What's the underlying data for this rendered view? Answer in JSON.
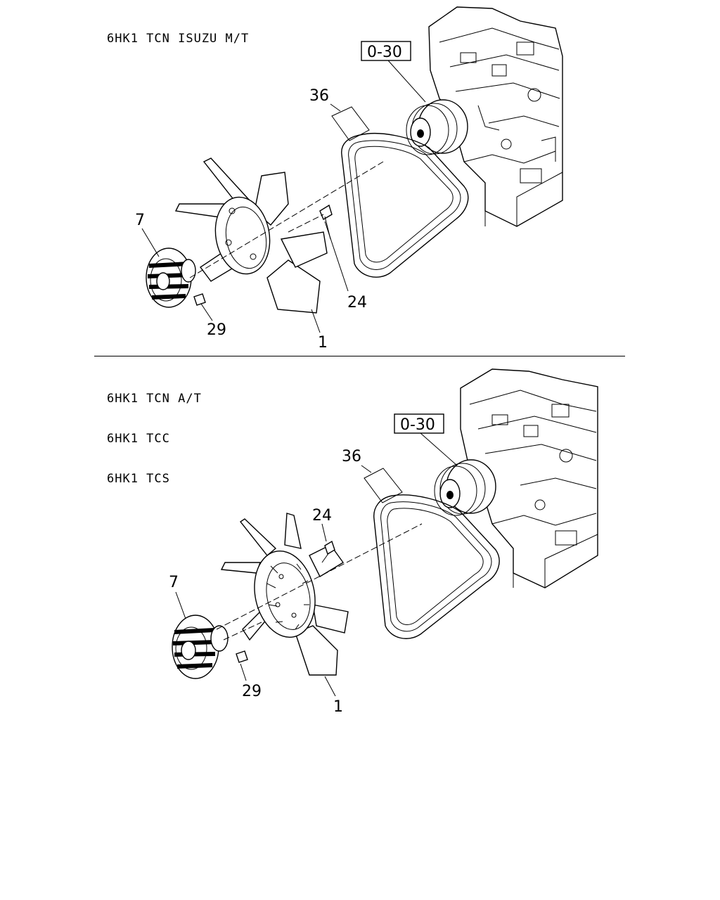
{
  "sections": [
    {
      "caption_lines": [
        "6HK1 TCN ISUZU M/T"
      ],
      "callouts": {
        "ref": "0-30",
        "belt": "36",
        "clutch": "7",
        "bolt": "24",
        "nut": "29",
        "fan": "1"
      }
    },
    {
      "caption_lines": [
        "6HK1 TCN A/T",
        "6HK1 TCC",
        "6HK1 TCS"
      ],
      "callouts": {
        "ref": "0-30",
        "belt": "36",
        "clutch": "7",
        "bolt": "24",
        "nut": "29",
        "fan": "1"
      }
    }
  ]
}
